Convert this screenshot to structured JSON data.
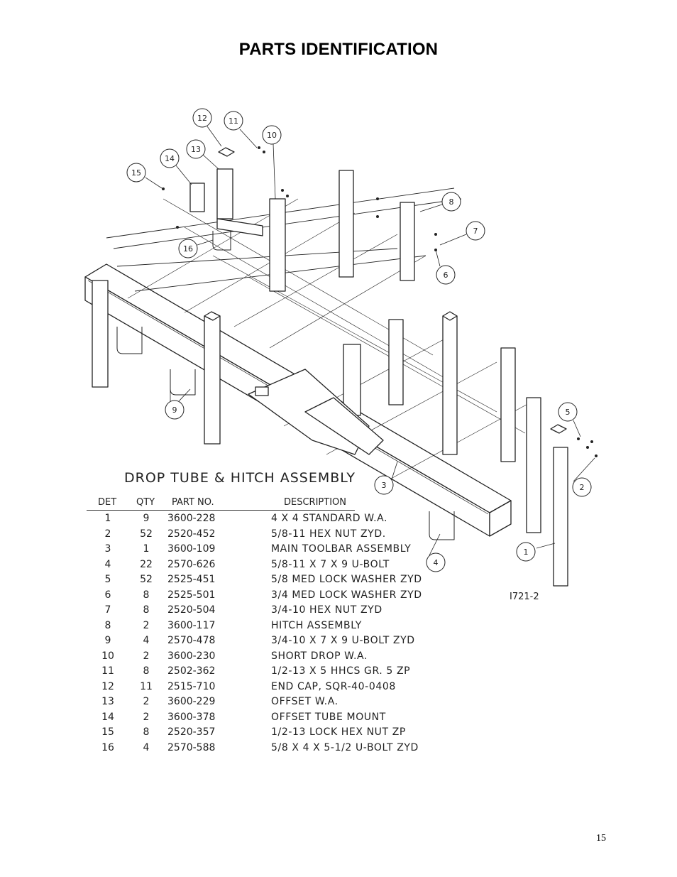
{
  "page": {
    "title": "PARTS IDENTIFICATION",
    "page_number": "15"
  },
  "drawing": {
    "assembly_title": "DROP TUBE & HITCH ASSEMBLY",
    "drawing_number": "I721-2",
    "balloons": [
      "1",
      "2",
      "3",
      "4",
      "5",
      "6",
      "7",
      "8",
      "9",
      "10",
      "11",
      "12",
      "13",
      "14",
      "15",
      "16"
    ]
  },
  "parts_table": {
    "headers": {
      "det": "DET",
      "qty": "QTY",
      "part_no": "PART NO.",
      "description": "DESCRIPTION"
    },
    "rows": [
      {
        "det": "1",
        "qty": "9",
        "part_no": "3600-228",
        "description": "4 X 4 STANDARD W.A."
      },
      {
        "det": "2",
        "qty": "52",
        "part_no": "2520-452",
        "description": "5/8-11 HEX NUT ZYD."
      },
      {
        "det": "3",
        "qty": "1",
        "part_no": "3600-109",
        "description": "MAIN TOOLBAR ASSEMBLY"
      },
      {
        "det": "4",
        "qty": "22",
        "part_no": "2570-626",
        "description": "5/8-11 X 7 X 9 U-BOLT"
      },
      {
        "det": "5",
        "qty": "52",
        "part_no": "2525-451",
        "description": "5/8 MED LOCK WASHER ZYD"
      },
      {
        "det": "6",
        "qty": "8",
        "part_no": "2525-501",
        "description": "3/4 MED LOCK WASHER ZYD"
      },
      {
        "det": "7",
        "qty": "8",
        "part_no": "2520-504",
        "description": "3/4-10 HEX NUT ZYD"
      },
      {
        "det": "8",
        "qty": "2",
        "part_no": "3600-117",
        "description": "HITCH ASSEMBLY"
      },
      {
        "det": "9",
        "qty": "4",
        "part_no": "2570-478",
        "description": "3/4-10 X 7 X 9 U-BOLT ZYD"
      },
      {
        "det": "10",
        "qty": "2",
        "part_no": "3600-230",
        "description": "SHORT DROP W.A."
      },
      {
        "det": "11",
        "qty": "8",
        "part_no": "2502-362",
        "description": "1/2-13 X 5 HHCS GR. 5 ZP"
      },
      {
        "det": "12",
        "qty": "11",
        "part_no": "2515-710",
        "description": "END CAP, SQR-40-0408"
      },
      {
        "det": "13",
        "qty": "2",
        "part_no": "3600-229",
        "description": "OFFSET W.A."
      },
      {
        "det": "14",
        "qty": "2",
        "part_no": "3600-378",
        "description": "OFFSET TUBE MOUNT"
      },
      {
        "det": "15",
        "qty": "8",
        "part_no": "2520-357",
        "description": "1/2-13 LOCK HEX NUT ZP"
      },
      {
        "det": "16",
        "qty": "4",
        "part_no": "2570-588",
        "description": "5/8 X 4 X 5-1/2 U-BOLT ZYD"
      }
    ]
  }
}
